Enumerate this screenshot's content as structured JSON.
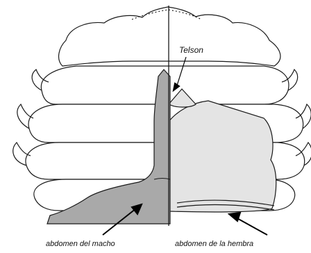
{
  "labels": {
    "telson": "Telson",
    "male_abdomen": "abdomen del macho",
    "female_abdomen": "abdomen de la hembra"
  },
  "colors": {
    "outline": "#1a1a1a",
    "male_fill": "#a9a9a9",
    "female_fill": "#e4e4e4",
    "background": "#ffffff"
  }
}
